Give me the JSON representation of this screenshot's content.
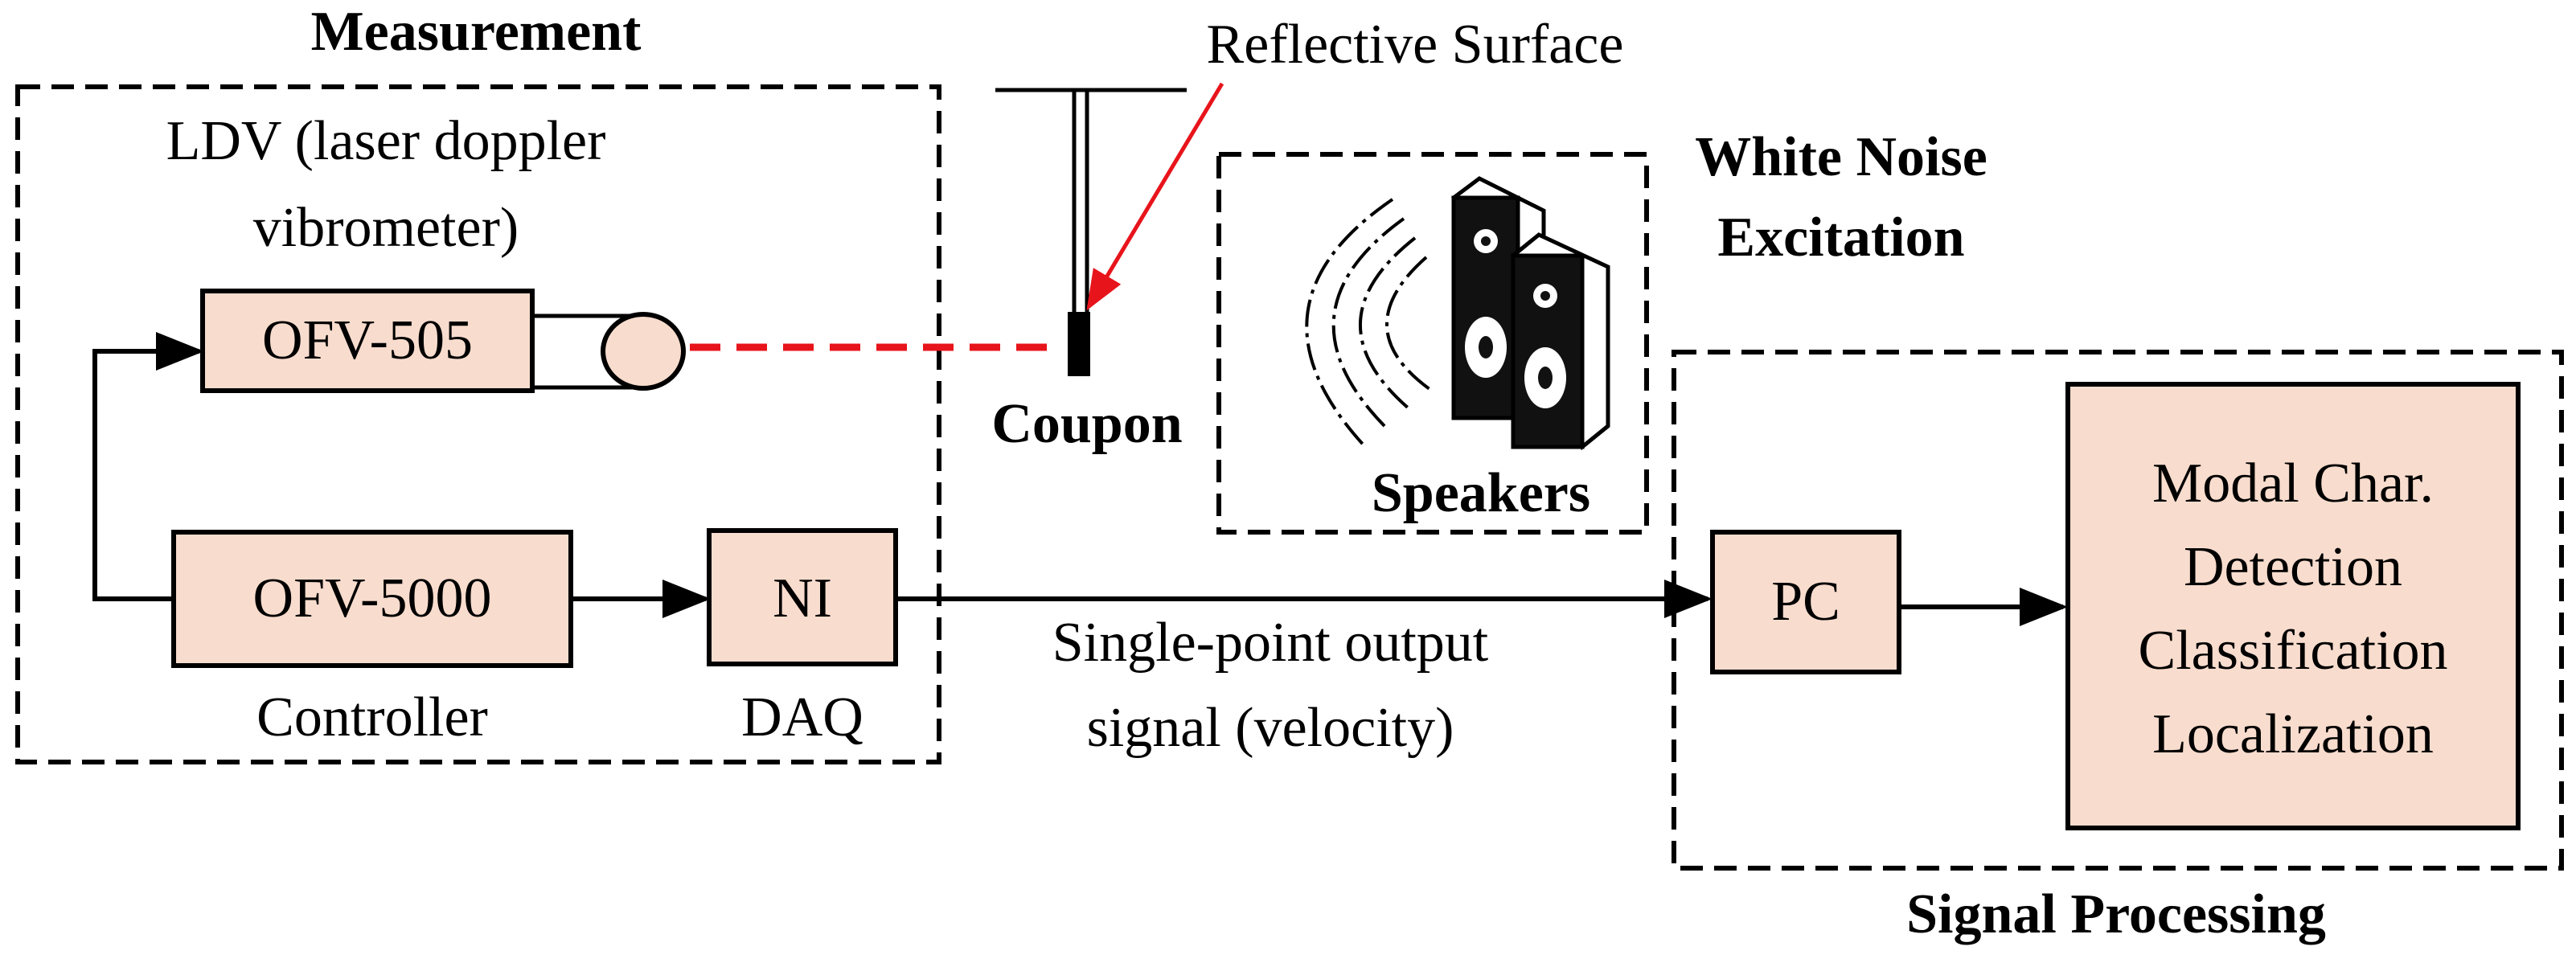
{
  "colors": {
    "box_fill": "#f8dccd",
    "laser": "#e8141b",
    "pointer": "#e8141b",
    "line": "#000000"
  },
  "groups": {
    "measurement": "Measurement",
    "excitation_line1": "White Noise",
    "excitation_line2": "Excitation",
    "signal_processing": "Signal Processing"
  },
  "ldv": {
    "label_line1": "LDV (laser doppler",
    "label_line2": "vibrometer)"
  },
  "components": {
    "ofv505": "OFV-505",
    "ofv5000": "OFV-5000",
    "controller": "Controller",
    "ni": "NI",
    "daq": "DAQ",
    "pc": "PC",
    "coupon": "Coupon",
    "reflective_surface": "Reflective Surface",
    "speakers": "Speakers"
  },
  "signal": {
    "line1": "Single-point  output",
    "line2": "signal (velocity)"
  },
  "analysis": {
    "lines": [
      "Modal Char.",
      "Detection",
      "Classification",
      "Localization"
    ]
  },
  "icons": {
    "speaker": "speaker-icon",
    "sound_waves": "sound-waves-icon",
    "laser_head": "laser-head-icon"
  }
}
